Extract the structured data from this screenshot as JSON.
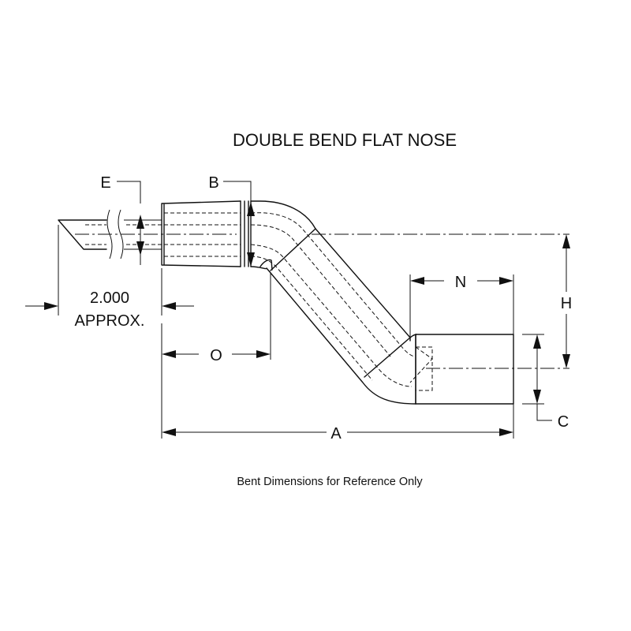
{
  "title": "DOUBLE BEND FLAT NOSE",
  "note": "Bent Dimensions for Reference Only",
  "dimensions": {
    "e": "E",
    "b": "B",
    "n": "N",
    "h": "H",
    "o": "O",
    "a": "A",
    "c": "C",
    "approx_value": "2.000",
    "approx_label": "APPROX."
  }
}
